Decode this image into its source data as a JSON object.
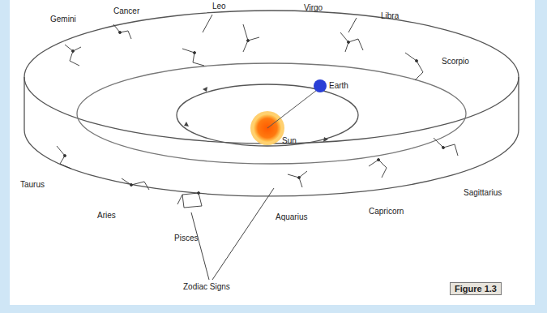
{
  "diagram": {
    "labels": [
      "Gemini",
      "Cancer",
      "Leo",
      "Virgo",
      "Libra",
      "Scorpio",
      "Sagittarius",
      "Capricorn",
      "Aquarius",
      "Pisces",
      "Aries",
      "Taurus",
      "Sun",
      "Earth",
      "Zodiac Signs",
      "Figure 1.3"
    ]
  }
}
